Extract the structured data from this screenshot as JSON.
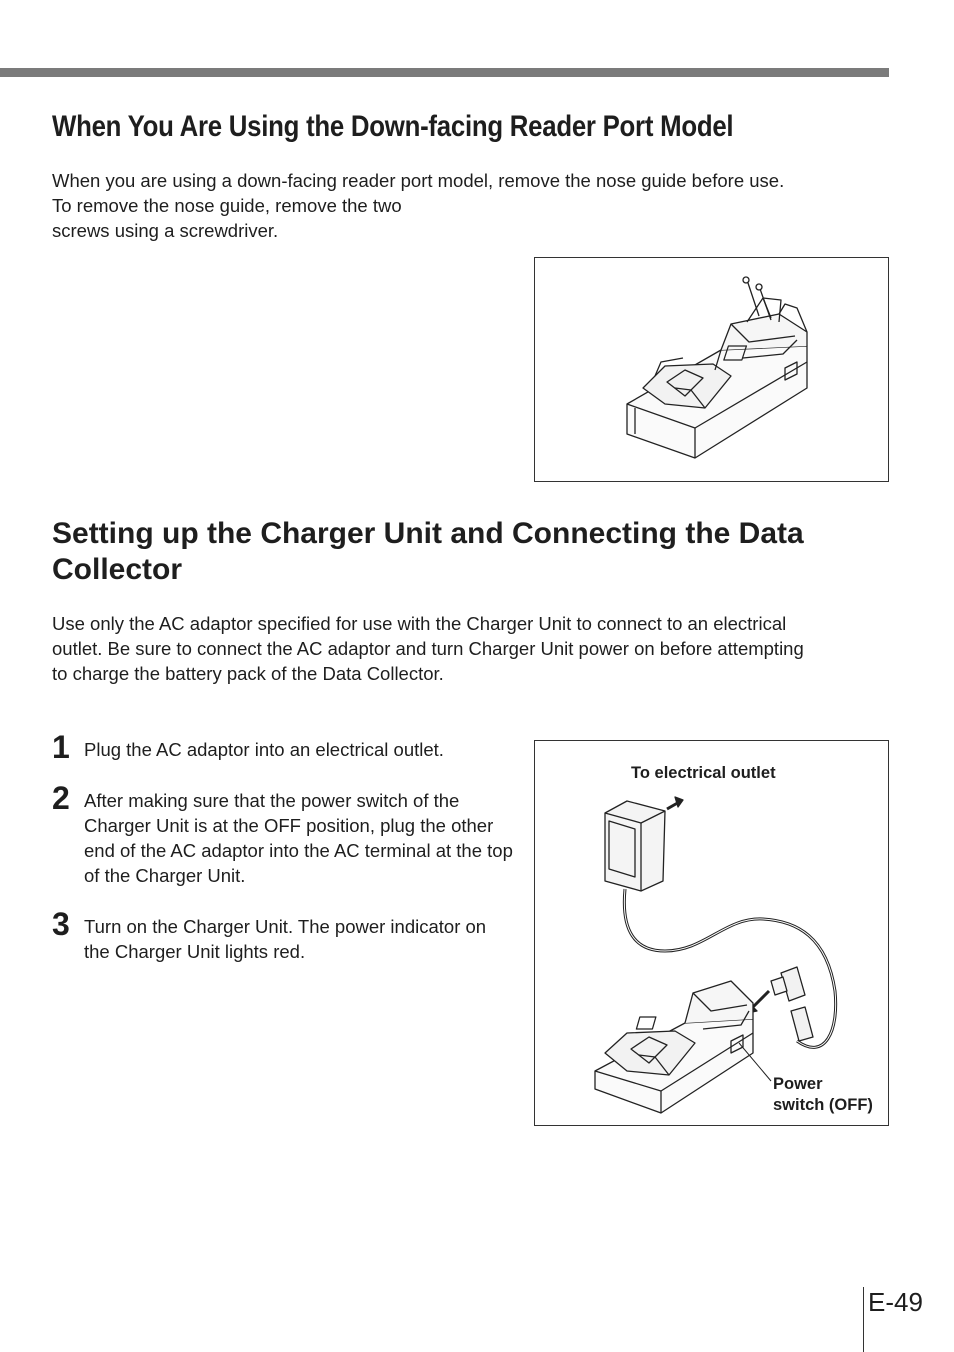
{
  "section1": {
    "title": "When You Are Using the Down-facing Reader Port Model",
    "lines": [
      "When you are using a down-facing reader port model, remove the nose guide before use.",
      "To remove the nose guide, remove the two",
      "screws using a screwdriver."
    ]
  },
  "section2": {
    "title_line1": "Setting up the Charger Unit and Connecting the Data",
    "title_line2": "Collector",
    "lines": [
      "Use only the AC adaptor specified for use with the Charger Unit to connect to an electrical",
      "outlet. Be sure to connect the AC adaptor and turn Charger Unit power on before attempting",
      "to charge the battery pack of the Data Collector."
    ]
  },
  "steps": [
    {
      "num": "1",
      "text": "Plug the AC adaptor into an electrical outlet."
    },
    {
      "num": "2",
      "text": "After making sure that the power switch of the Charger Unit is at the OFF position, plug the other end of the AC adaptor into the AC terminal at the top of the Charger Unit."
    },
    {
      "num": "3",
      "text": "Turn on the Charger Unit. The power indicator on the Charger Unit lights red."
    }
  ],
  "figure2": {
    "label_outlet": "To electrical outlet",
    "label_power_line1": "Power",
    "label_power_line2": "switch (OFF)"
  },
  "page_number": "E-49"
}
